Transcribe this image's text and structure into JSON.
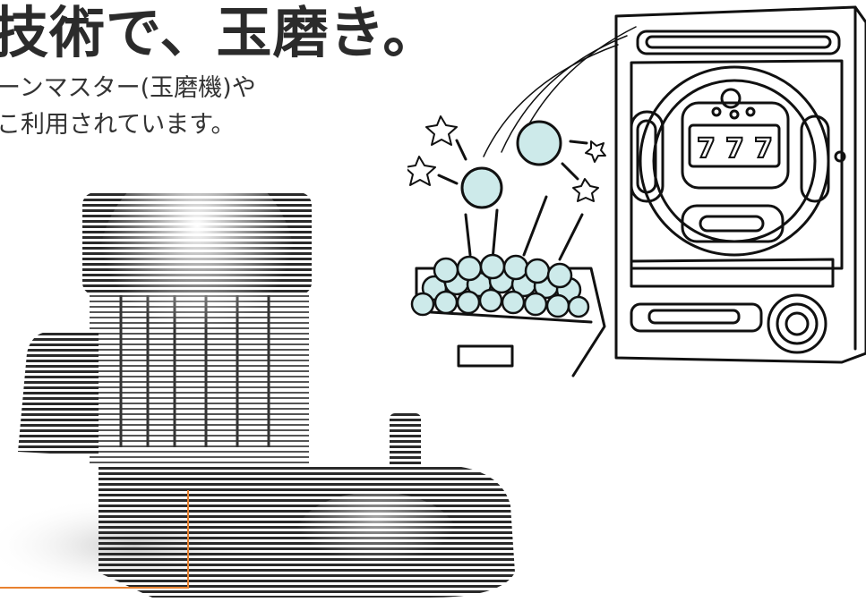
{
  "headline": "技術で、玉磨き。",
  "subcopy": {
    "line1": "ーンマスター(玉磨機)や",
    "line2": "こ利用されています。"
  },
  "illustration": {
    "reel_digits": [
      "7",
      "7",
      "7"
    ],
    "ball_color": "#cdeaea",
    "accent_color": "#e8812f"
  }
}
